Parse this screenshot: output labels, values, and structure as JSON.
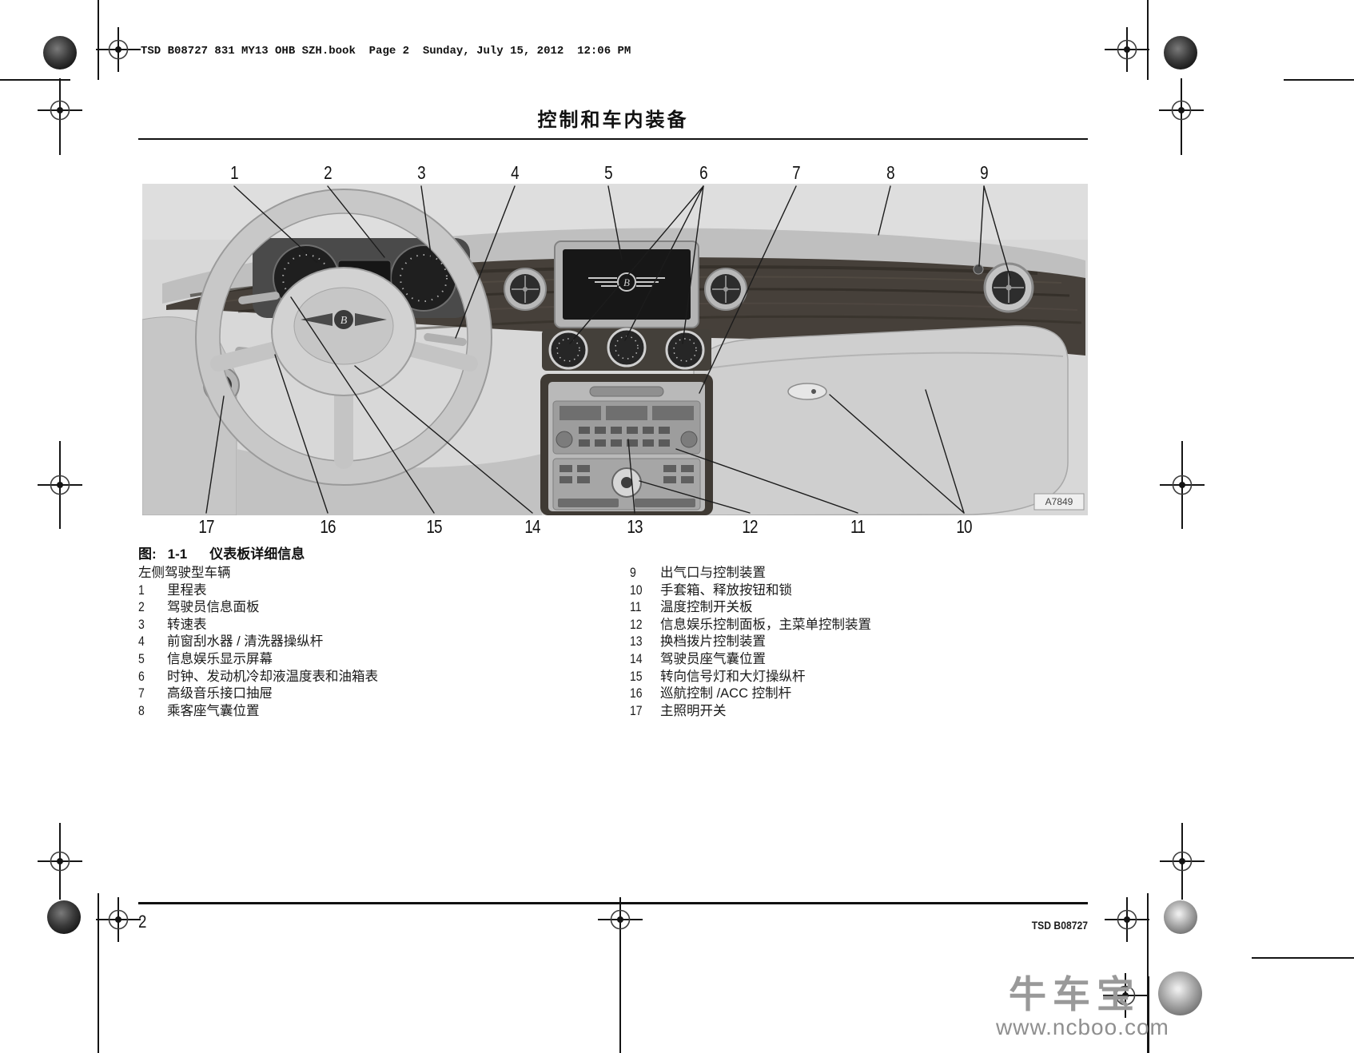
{
  "page": {
    "header_line": "TSD B08727 831 MY13 OHB SZH.book  Page 2  Sunday, July 15, 2012  12:06 PM",
    "title": "控制和车内装备",
    "page_number": "2",
    "doc_ref": "TSD B08727"
  },
  "figure": {
    "caption_label": "图:",
    "caption_number": "1-1",
    "caption_title": "仪表板详细信息",
    "image_ref_label": "A7849",
    "emblem_letter": "B",
    "top_callouts": [
      "1",
      "2",
      "3",
      "4",
      "5",
      "6",
      "7",
      "8",
      "9"
    ],
    "bottom_callouts": [
      "17",
      "16",
      "15",
      "14",
      "13",
      "12",
      "11",
      "10"
    ]
  },
  "legend": {
    "intro": "左侧驾驶型车辆",
    "left_items": [
      {
        "num": "1",
        "text": "里程表"
      },
      {
        "num": "2",
        "text": "驾驶员信息面板"
      },
      {
        "num": "3",
        "text": "转速表"
      },
      {
        "num": "4",
        "text": "前窗刮水器 / 清洗器操纵杆"
      },
      {
        "num": "5",
        "text": "信息娱乐显示屏幕"
      },
      {
        "num": "6",
        "text": "时钟、发动机冷却液温度表和油箱表"
      },
      {
        "num": "7",
        "text": "高级音乐接口抽屉"
      },
      {
        "num": "8",
        "text": "乘客座气囊位置"
      }
    ],
    "right_items": [
      {
        "num": "9",
        "text": "出气口与控制装置"
      },
      {
        "num": "10",
        "text": "手套箱、释放按钮和锁"
      },
      {
        "num": "11",
        "text": "温度控制开关板"
      },
      {
        "num": "12",
        "text": "信息娱乐控制面板，主菜单控制装置"
      },
      {
        "num": "13",
        "text": "换档拨片控制装置"
      },
      {
        "num": "14",
        "text": "驾驶员座气囊位置"
      },
      {
        "num": "15",
        "text": "转向信号灯和大灯操纵杆"
      },
      {
        "num": "16",
        "text": "巡航控制 /ACC 控制杆"
      },
      {
        "num": "17",
        "text": "主照明开关"
      }
    ]
  },
  "watermark": {
    "brand": "牛车宝",
    "url": "www.ncboo.com"
  },
  "colors": {
    "image_background": "#d8d8d8",
    "watermark_gray": "#999999",
    "wood_dark": "#46403a"
  }
}
